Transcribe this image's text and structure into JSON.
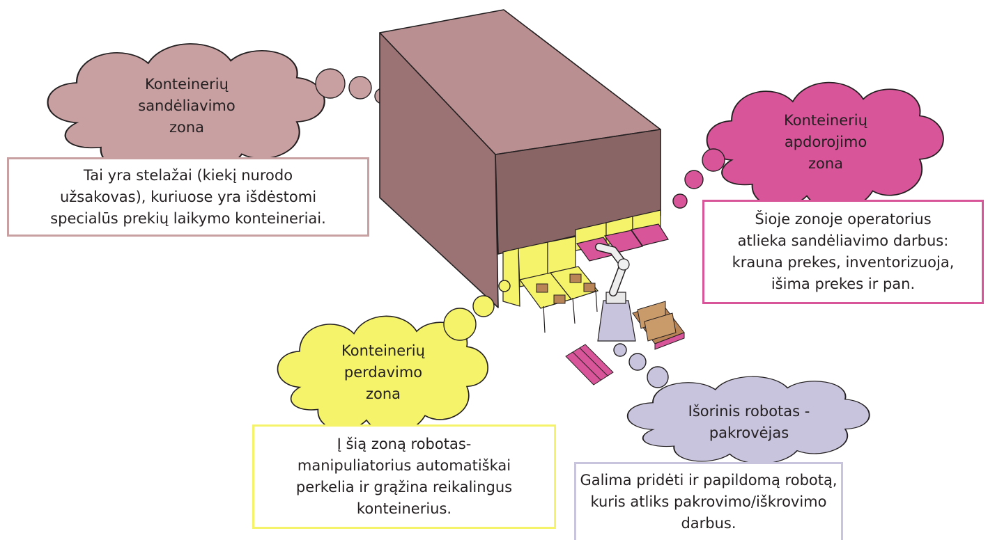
{
  "colors": {
    "storage": "#c9a0a2",
    "processing": "#d9559a",
    "transfer": "#f5f36a",
    "robot": "#c8c4dd",
    "box_face": "#9c7374",
    "box_top": "#b98f91",
    "box_side": "#8a6566"
  },
  "zones": {
    "storage": {
      "title_lines": [
        "Konteinerių",
        "sandėliavimo",
        "zona"
      ],
      "desc_lines": [
        "Tai yra stelažai (kiekį nurodo",
        "užsakovas), kuriuose yra išdėstomi",
        "specialūs prekių laikymo konteineriai."
      ]
    },
    "processing": {
      "title_lines": [
        "Konteinerių",
        "apdorojimo",
        "zona"
      ],
      "desc_lines": [
        "Šioje zonoje operatorius",
        "atlieka sandėliavimo darbus:",
        "krauna prekes, inventorizuoja,",
        "išima prekes ir pan."
      ]
    },
    "transfer": {
      "title_lines": [
        "Konteinerių",
        "perdavimo",
        "zona"
      ],
      "desc_lines": [
        "Į šią zoną robotas-",
        "manipuliatorius automatiškai",
        "perkelia ir grąžina reikalingus",
        "konteinerius."
      ]
    },
    "robot": {
      "title_lines": [
        "Išorinis robotas -",
        "pakrovėjas"
      ],
      "desc_lines": [
        "Galima pridėti ir papildomą robotą,",
        "kuris atliks pakrovimo/iškrovimo",
        "darbus."
      ]
    }
  }
}
